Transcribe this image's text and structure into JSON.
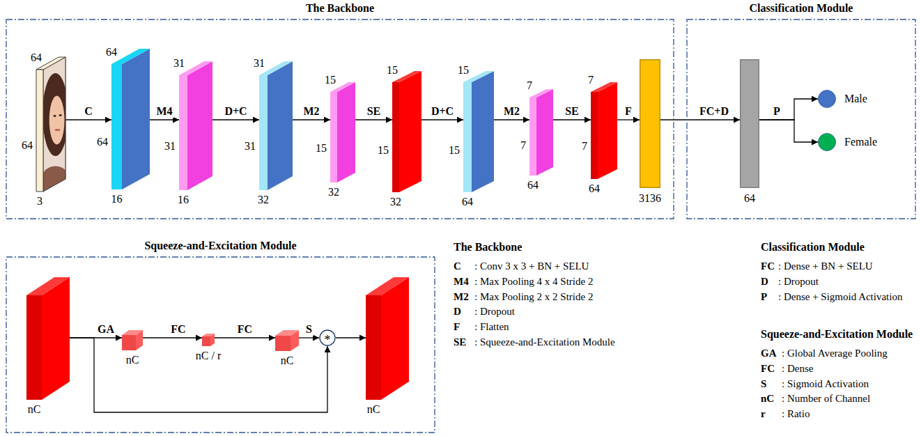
{
  "diagram": {
    "nodes": [
      {
        "text": [
          "The Backbone"
        ]
      },
      {
        "text": [
          "64",
          "64",
          "3"
        ],
        "in": 0
      },
      {
        "text": [
          "64",
          "64",
          "16"
        ],
        "in": 0
      },
      {
        "text": [
          "31",
          "31",
          "16"
        ],
        "in": 0
      },
      {
        "text": [
          "31",
          "31",
          "32"
        ],
        "in": 0
      },
      {
        "text": [
          "15",
          "15",
          "32"
        ],
        "in": 0
      },
      {
        "text": [
          "15",
          "15",
          "32"
        ],
        "in": 0
      },
      {
        "text": [
          "15",
          "15",
          "64"
        ],
        "in": 0
      },
      {
        "text": [
          "7",
          "7",
          "64"
        ],
        "in": 0
      },
      {
        "text": [
          "7",
          "7",
          "64"
        ],
        "in": 0
      },
      {
        "text": [
          "3136"
        ],
        "in": 0
      },
      {
        "text": [
          "Classification Module"
        ]
      },
      {
        "text": [
          "64"
        ],
        "in": 11
      },
      {
        "text": [
          "Male"
        ],
        "in": 11
      },
      {
        "text": [
          "Female"
        ],
        "in": 11
      },
      {
        "text": [
          "Squeeze-and-Excitation Module"
        ]
      },
      {
        "text": [
          "nC"
        ],
        "in": 15
      },
      {
        "text": [
          "nC"
        ],
        "in": 15
      },
      {
        "text": [
          "nC / r"
        ],
        "in": 15
      },
      {
        "text": [
          "nC"
        ],
        "in": 15
      },
      {
        "text": [
          "*"
        ],
        "in": 15
      },
      {
        "text": [
          "nC"
        ],
        "in": 15
      }
    ],
    "edges": [
      {
        "from": 1,
        "to": 2,
        "label": "C",
        "arrow": "to"
      },
      {
        "from": 2,
        "to": 3,
        "label": "M4",
        "arrow": "to"
      },
      {
        "from": 3,
        "to": 4,
        "label": "D+C",
        "arrow": "to"
      },
      {
        "from": 4,
        "to": 5,
        "label": "M2",
        "arrow": "to"
      },
      {
        "from": 5,
        "to": 6,
        "label": "SE",
        "arrow": "to"
      },
      {
        "from": 6,
        "to": 7,
        "label": "D+C",
        "arrow": "to"
      },
      {
        "from": 7,
        "to": 8,
        "label": "M2",
        "arrow": "to"
      },
      {
        "from": 8,
        "to": 9,
        "label": "SE",
        "arrow": "to"
      },
      {
        "from": 9,
        "to": 10,
        "label": "F",
        "arrow": "to"
      },
      {
        "from": 10,
        "to": 12,
        "label": "FC+D",
        "arrow": "to"
      },
      {
        "from": 12,
        "to": 13,
        "label": "P",
        "arrow": "to"
      },
      {
        "from": 12,
        "to": 14,
        "arrow": "to"
      },
      {
        "from": 16,
        "to": 17,
        "label": "GA",
        "arrow": "to"
      },
      {
        "from": 17,
        "to": 18,
        "label": "FC",
        "arrow": "to"
      },
      {
        "from": 18,
        "to": 19,
        "label": "FC",
        "arrow": "to"
      },
      {
        "from": 19,
        "to": 20,
        "label": "S",
        "arrow": "to"
      },
      {
        "from": 20,
        "to": 21,
        "arrow": "to"
      },
      {
        "from": 16,
        "to": 20,
        "arrow": "to"
      }
    ],
    "labels": [
      "The Backbone",
      "C",
      ": Conv 3 x 3 + BN + SELU",
      "M4",
      ": Max Pooling 4 x 4 Stride 2",
      "M2",
      ": Max Pooling 2 x 2 Stride 2",
      "D",
      ": Dropout",
      "F",
      ": Flatten",
      "SE",
      ": Squeeze-and-Excitation Module",
      "Classification Module",
      "FC",
      ": Dense + BN + SELU",
      "D",
      ": Dropout",
      "P",
      ": Dense + Sigmoid Activation",
      "Squeeze-and-Excitation Module",
      "GA",
      ": Global Average Pooling",
      "FC",
      ": Dense",
      "S",
      ": Sigmoid Activation",
      "nC",
      ": Number of Channel",
      "r",
      ": Ratio"
    ]
  }
}
